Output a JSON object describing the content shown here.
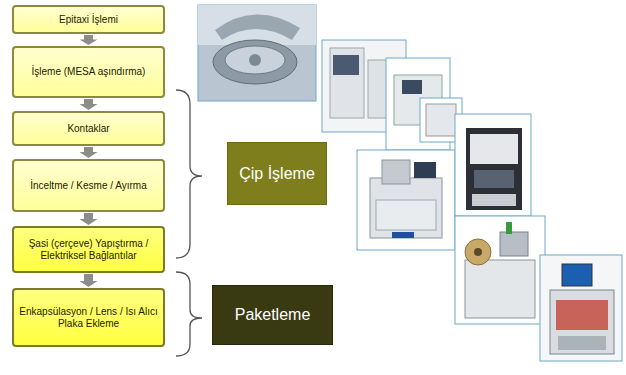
{
  "diagram": {
    "nodes": [
      {
        "text": [
          "Epitaxi İşlemi"
        ]
      },
      {
        "text": [
          "İşleme (MESA aşındırma)"
        ]
      },
      {
        "text": [
          "Kontaklar"
        ]
      },
      {
        "text": [
          "İnceltme / Kesme / Ayırma"
        ]
      },
      {
        "text": [
          "Şasi (çerçeve) Yapıştırma / Elektriksel Bağlantılar"
        ]
      },
      {
        "text": [
          "Enkapsülasyon / Lens / Isı Alıcı Plaka Ekleme"
        ]
      },
      {
        "text": [
          "Çip İşleme"
        ]
      },
      {
        "text": [
          "Paketleme"
        ]
      }
    ],
    "edges": [
      {
        "from": 0,
        "to": 1,
        "arrow": "to"
      },
      {
        "from": 1,
        "to": 2,
        "arrow": "to"
      },
      {
        "from": 2,
        "to": 3,
        "arrow": "to"
      },
      {
        "from": 3,
        "to": 4,
        "arrow": "to"
      },
      {
        "from": 4,
        "to": 5,
        "arrow": "to"
      }
    ]
  }
}
